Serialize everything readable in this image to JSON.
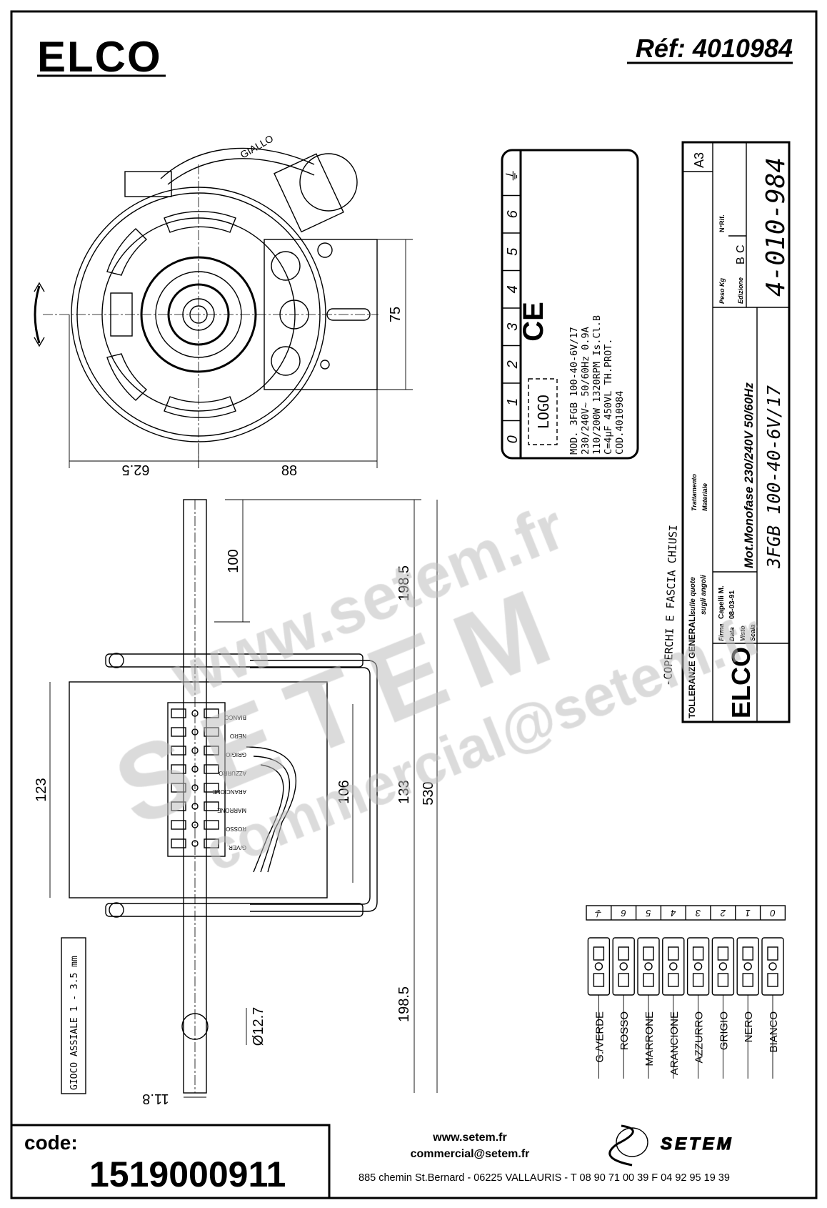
{
  "header": {
    "brand_logo": "ELCO",
    "reference": "Réf: 4010984"
  },
  "front_view": {
    "wire_label": "GIALLO",
    "dimensions": {
      "left_width": "62.5",
      "right_width": "88",
      "bracket_height": "75"
    }
  },
  "nameplate": {
    "terminals": [
      "0",
      "1",
      "2",
      "3",
      "4",
      "5",
      "6",
      "⏚"
    ],
    "logo_placeholder": "LOGO",
    "ce_mark": "CE",
    "lines": [
      "MOD. 3FGB 100-40-6V/17",
      "230/240V~ 50/60Hz 0.9A",
      "110/200W 1320RPM Is.Cl.B",
      "C=4µF 450VL TH.PROT.",
      "COD.4010984"
    ]
  },
  "note": "-COPERCHI E FASCIA CHIUSI",
  "title_block": {
    "format": "A3",
    "tolerances": "TOLLERANZE GENERALI",
    "tol_quote": "sulle quote",
    "tol_angles": "sugli angoli",
    "treatment": "Trattamento",
    "material": "Materiale",
    "weight": "Peso Kg",
    "ref_no": "N°Rif.",
    "edition": "Edizione",
    "edition_letters": [
      "B",
      "C"
    ],
    "signature_label": "Firma",
    "signature": "Capelli M.",
    "date_label": "Data",
    "date": "08-03-91",
    "visa_label": "Visto",
    "scale_label": "Scala",
    "logo": "ELCO",
    "description": "Mot.Monofase 230/240V 50/60Hz",
    "model": "3FGB 100-40-6V/17",
    "drawing_number": "4-010-984"
  },
  "side_view": {
    "wire_labels": [
      "BIANCO",
      "NERO",
      "GRIGIO",
      "AZZURRO",
      "ARANCIONE",
      "MARRONE",
      "ROSSO",
      "G/VER."
    ],
    "dimensions": {
      "shaft_top_flat": "100",
      "shaft_top": "198.5",
      "total_length": "530",
      "body_height": "123",
      "winding": "106",
      "between_brackets": "133",
      "shaft_bottom": "198.5",
      "shaft_diameter": "Ø12.7",
      "flat": "11.8"
    },
    "axial_play": "GIOCO ASSIALE 1 - 3.5 mm"
  },
  "terminal_diagram": {
    "numbers": [
      "⏚",
      "6",
      "5",
      "4",
      "3",
      "2",
      "1",
      "0"
    ],
    "wires": [
      "G./VERDE",
      "ROSSO",
      "MARRONE",
      "ARANCIONE",
      "AZZURRO",
      "GRIGIO",
      "NERO",
      "BIANCO"
    ]
  },
  "watermark": {
    "url": "www.setem.fr",
    "brand": "SETEM",
    "email": "commercial@setem.fr"
  },
  "footer": {
    "code_label": "code:",
    "code": "1519000911",
    "website": "www.setem.fr",
    "email": "commercial@setem.fr",
    "brand_logo": "SETEM",
    "address": "885 chemin St.Bernard  -  06225 VALLAURIS  -  T 08 90 71 00 39   F 04 92 95 19 39"
  }
}
